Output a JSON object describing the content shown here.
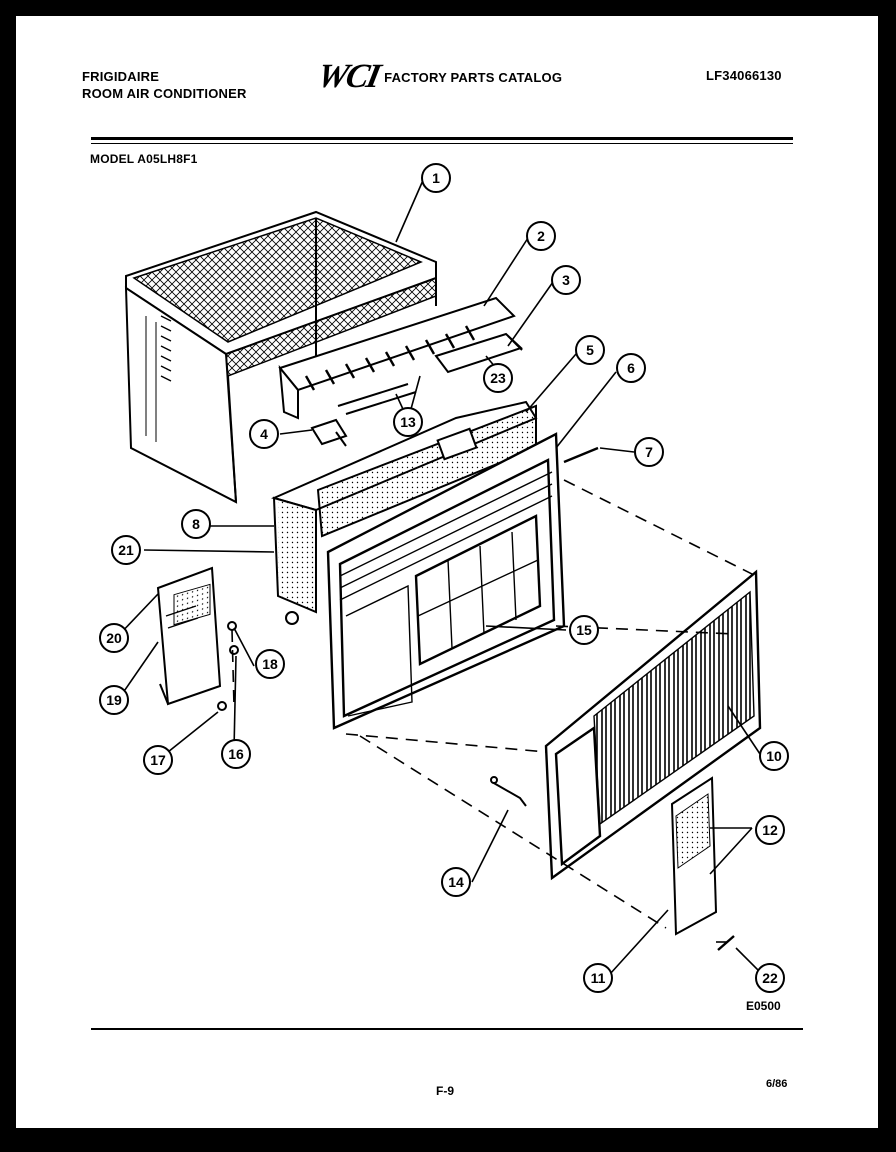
{
  "header": {
    "brand_line1": "FRIGIDAIRE",
    "brand_line2": "ROOM AIR CONDITIONER",
    "logo": "WCI",
    "catalog_title": "FACTORY PARTS CATALOG",
    "part_number": "LF34066130",
    "model": "MODEL A05LH8F1"
  },
  "diagram": {
    "code": "E0500",
    "callouts": [
      "1",
      "2",
      "3",
      "4",
      "5",
      "6",
      "7",
      "8",
      "10",
      "11",
      "12",
      "13",
      "14",
      "15",
      "16",
      "17",
      "18",
      "19",
      "20",
      "21",
      "22",
      "23"
    ]
  },
  "footer": {
    "page": "F-9",
    "date": "6/86"
  }
}
